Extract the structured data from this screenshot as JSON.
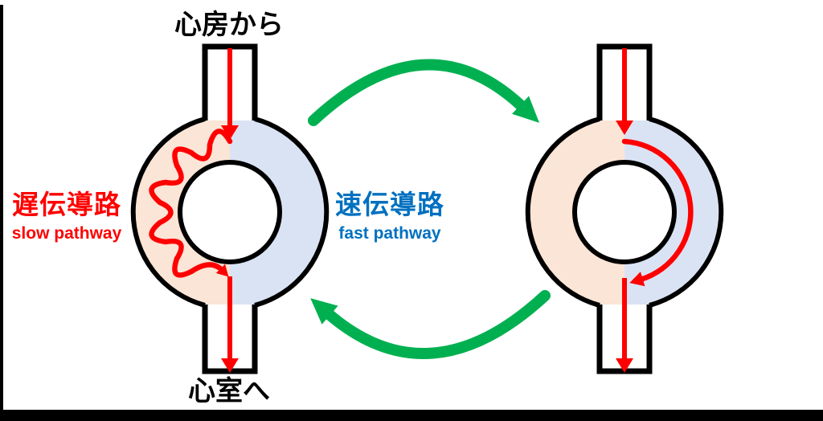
{
  "title": "AVNRT dual pathway re-entry diagram",
  "labels": {
    "from_atrium": "心房から",
    "to_ventricle": "心室へ",
    "slow_jp": "遅伝導路",
    "slow_en": "slow pathway",
    "fast_jp": "速伝導路",
    "fast_en": "fast pathway"
  },
  "colors": {
    "arrow_red": "#ff0000",
    "fast_text_blue": "#0070c0",
    "cycle_green": "#00b050",
    "slow_half_fill": "#fbe5d6",
    "fast_half_fill": "#dae3f3",
    "outline_black": "#000000",
    "background": "#ffffff"
  },
  "icons": {
    "left_ring": "av-node-ring-slow-conduction",
    "right_ring": "av-node-ring-fast-conduction",
    "slow_wave": "zigzag-slow-conduction-arrow",
    "fast_arc": "curved-fast-conduction-arrow",
    "cycle_top": "green-cycle-arrow-right",
    "cycle_bottom": "green-cycle-arrow-left"
  }
}
